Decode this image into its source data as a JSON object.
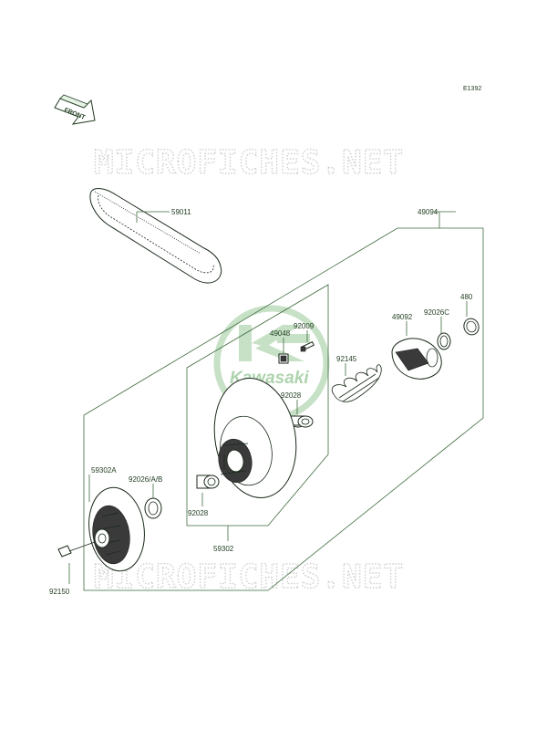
{
  "diagram_code": "E1392",
  "front_arrow_label": "FRONT",
  "watermark_text": "MICROFICHES.NET",
  "logo_text": "Kawasaki",
  "parts": {
    "p59011": "59011",
    "p49094": "49094",
    "p480": "480",
    "p49092": "49092",
    "p92026C": "92026C",
    "p92009": "92009",
    "p49048": "49048",
    "p92145": "92145",
    "p92028_top": "92028",
    "p59302A": "59302A",
    "p92026AB": "92026/A/B",
    "p92028_bottom": "92028",
    "p59302": "59302",
    "p92150": "92150"
  },
  "colors": {
    "line": "#3f6a3f",
    "logo": "#c6e1c6",
    "watermark": "#cfcfcf"
  }
}
